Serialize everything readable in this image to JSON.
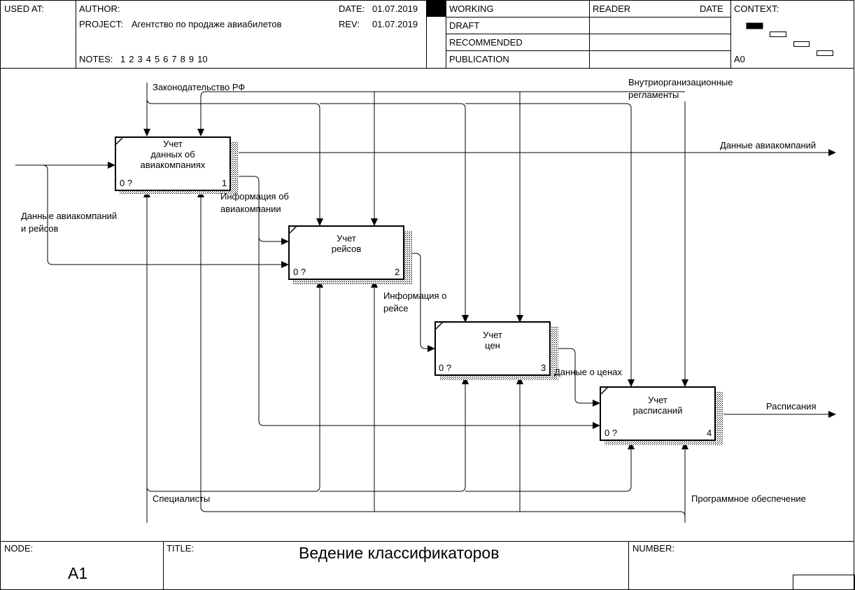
{
  "header": {
    "used_at_label": "USED AT:",
    "author_label": "AUTHOR:",
    "project_label": "PROJECT:",
    "project_value": "Агентство по продаже авиабилетов",
    "notes_label": "NOTES:",
    "notes_numbers": [
      "1",
      "2",
      "3",
      "4",
      "5",
      "6",
      "7",
      "8",
      "9",
      "10"
    ],
    "date_label": "DATE:",
    "date_value": "01.07.2019",
    "rev_label": "REV:",
    "rev_value": "01.07.2019",
    "statuses": [
      "WORKING",
      "DRAFT",
      "RECOMMENDED",
      "PUBLICATION"
    ],
    "reader_label": "READER",
    "reader_date_label": "DATE",
    "context_label": "CONTEXT:",
    "context_node": "A0"
  },
  "footer": {
    "node_label": "NODE:",
    "node_value": "A1",
    "title_label": "TITLE:",
    "title_value": "Ведение классификаторов",
    "number_label": "NUMBER:"
  },
  "activities": [
    {
      "name": "Учет\nданных об\nавиакомпаниях",
      "cost": "0 ?",
      "number": "1"
    },
    {
      "name": "Учет\nрейсов",
      "cost": "0 ?",
      "number": "2"
    },
    {
      "name": "Учет\nцен",
      "cost": "0 ?",
      "number": "3"
    },
    {
      "name": "Учет\nрасписаний",
      "cost": "0 ?",
      "number": "4"
    }
  ],
  "arrows": {
    "legislation": "Законодательство РФ",
    "regulations": "Внутриорганизационные\nрегламенты",
    "airline_data_out": "Данные авиакомпаний",
    "airline_flights_in": "Данные авиакомпаний\nи рейсов",
    "airline_info": "Информация об\nавиакомпании",
    "flight_info": "Информация о\nрейсе",
    "price_data": "Данные о ценах",
    "schedules": "Расписания",
    "specialists": "Специалисты",
    "software": "Программное обеспечение"
  }
}
